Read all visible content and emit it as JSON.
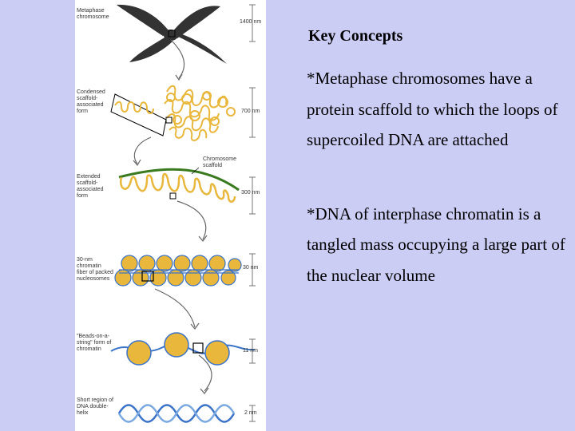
{
  "figure": {
    "labels": {
      "metaphase": "Metaphase chromosome",
      "condensed": "Condensed scaffold-associated form",
      "chromosome_scaffold": "Chromosome scaffold",
      "extended": "Extended scaffold-associated form",
      "fiber": "30-nm chromatin fiber of packed nucleosomes",
      "beads": "\"Beads-on-a-string\" form of chromatin",
      "short_region": "Short region of DNA double-helix"
    },
    "scales": {
      "s1": "1400 nm",
      "s2": "700 nm",
      "s3": "300 nm",
      "s4": "30 nm",
      "s5": "11 nm",
      "s6": "2 nm"
    },
    "colors": {
      "background": "#cccdf5",
      "chromosome": "#333333",
      "loops": "#e8b73c",
      "scaffold": "#3a7a1e",
      "dna": "#3a73c8"
    }
  },
  "concepts": {
    "title": "Key Concepts",
    "paragraph1": " *Metaphase chromosomes have a protein scaffold to which the loops of supercoiled DNA are attached",
    "paragraph2": " *DNA of interphase chromatin is a tangled mass occupying a large part of the nuclear volume"
  }
}
